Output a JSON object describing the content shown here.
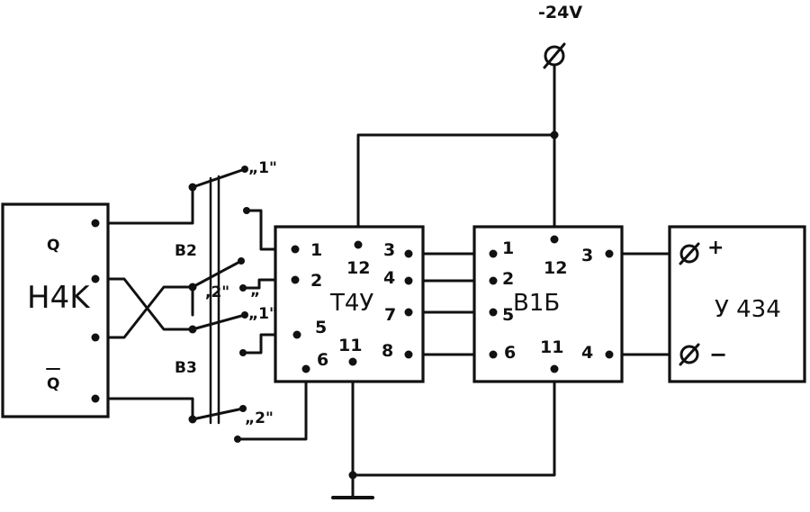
{
  "supply": {
    "label": "-24V"
  },
  "blocks": {
    "h4k": {
      "label": "H4K",
      "out_q": "Q",
      "out_qbar": "Q"
    },
    "t4y": {
      "label": "T4У",
      "pins": [
        "1",
        "2",
        "5",
        "6",
        "12",
        "11",
        "3",
        "4",
        "7",
        "8"
      ]
    },
    "v1b": {
      "label": "B1Б",
      "pins": [
        "1",
        "2",
        "5",
        "6",
        "12",
        "11",
        "3",
        "4"
      ]
    },
    "y434": {
      "label": "У 434",
      "plus": "+",
      "minus": "−"
    }
  },
  "switches": {
    "b2": {
      "label": "B2",
      "pos1": "„1\"",
      "pos2": ",2\""
    },
    "b3": {
      "label": "B3",
      "pos1": "„1\"",
      "pos2": "„2\""
    },
    "mid_mark": "„"
  }
}
